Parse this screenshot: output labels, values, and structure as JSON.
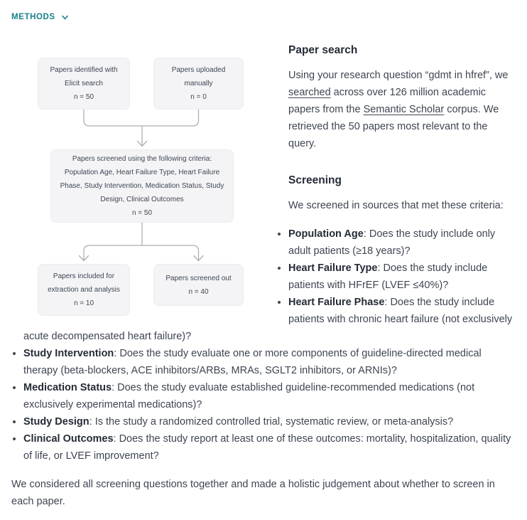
{
  "header": {
    "title": "METHODS"
  },
  "colors": {
    "accent_teal": "#17808e",
    "box_background": "#f4f4f6",
    "box_border": "#ececf0",
    "connector_gray": "#aeafb6",
    "body_text": "#3e4552",
    "heading_text": "#252b36"
  },
  "flowchart": {
    "boxes": [
      {
        "label": "Papers identified with Elicit search",
        "count": "n = 50"
      },
      {
        "label": "Papers uploaded manually",
        "count": "n = 0"
      },
      {
        "label": "Papers screened using the following criteria: Population Age, Heart Failure Type, Heart Failure Phase, Study Intervention, Medication Status, Study Design, Clinical Outcomes",
        "count": "n = 50"
      },
      {
        "label": "Papers included for extraction and analysis",
        "count": "n = 10"
      },
      {
        "label": "Papers screened out",
        "count": "n = 40"
      }
    ]
  },
  "paper_search": {
    "heading": "Paper search",
    "para": {
      "part1": "Using your research question “gdmt in hfref”, we ",
      "link1": "searched",
      "part2": " across over 126 million academic papers from the ",
      "link2": "Semantic Scholar",
      "part3": " corpus. We retrieved the 50 papers most relevant to the query."
    }
  },
  "screening": {
    "heading": "Screening",
    "intro": "We screened in sources that met these criteria:",
    "criteria": [
      {
        "label": "Population Age",
        "text": ": Does the study include only adult patients (≥18 years)?"
      },
      {
        "label": "Heart Failure Type",
        "text": ": Does the study include patients with HFrEF (LVEF ≤40%)?"
      },
      {
        "label": "Heart Failure Phase",
        "text": ": Does the study include patients with chronic heart failure (not exclusively acute decompensated heart failure)?"
      },
      {
        "label": "Study Intervention",
        "text": ": Does the study evaluate one or more components of guideline-directed medical therapy (beta-blockers, ACE inhibitors/ARBs, MRAs, SGLT2 inhibitors, or ARNIs)?"
      },
      {
        "label": "Medication Status",
        "text": ": Does the study evaluate established guideline-recommended medications (not exclusively experimental medications)?"
      },
      {
        "label": "Study Design",
        "text": ": Is the study a randomized controlled trial, systematic review, or meta-analysis?"
      },
      {
        "label": "Clinical Outcomes",
        "text": ": Does the study report at least one of these outcomes: mortality, hospitalization, quality of life, or LVEF improvement?"
      }
    ],
    "conclusion": "We considered all screening questions together and made a holistic judgement about whether to screen in each paper."
  }
}
